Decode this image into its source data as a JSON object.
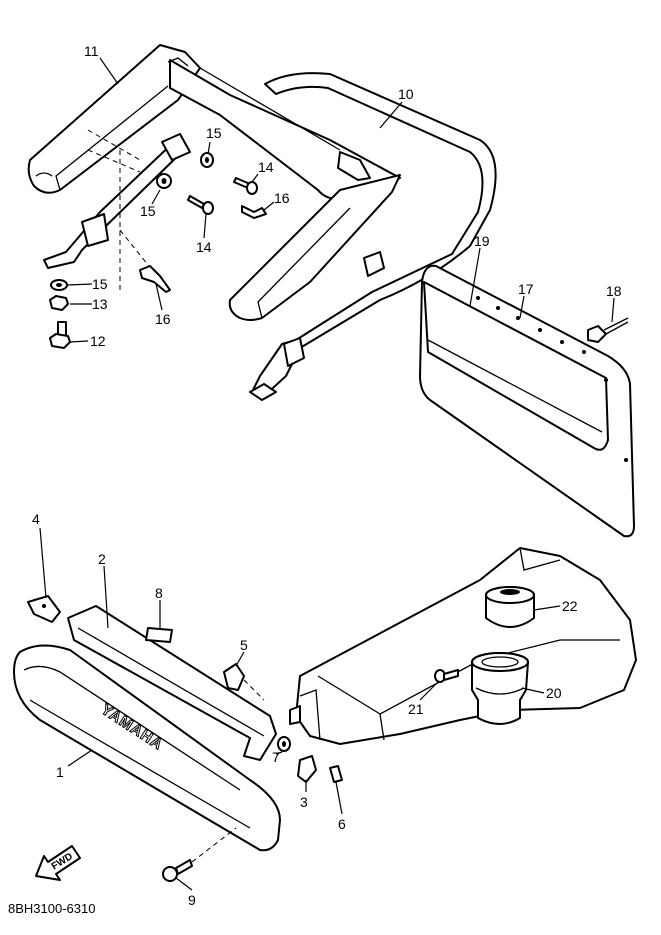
{
  "diagram": {
    "part_numbers": [
      "1",
      "2",
      "3",
      "4",
      "5",
      "6",
      "7",
      "8",
      "9",
      "10",
      "11",
      "12",
      "13",
      "14",
      "15",
      "16",
      "17",
      "18",
      "19",
      "20",
      "21",
      "22"
    ],
    "extra_callouts": [
      "14",
      "15",
      "15",
      "16"
    ],
    "brand_text": "YAMAHA",
    "direction_label": "FWD",
    "drawing_code": "8BH3100-6310"
  }
}
